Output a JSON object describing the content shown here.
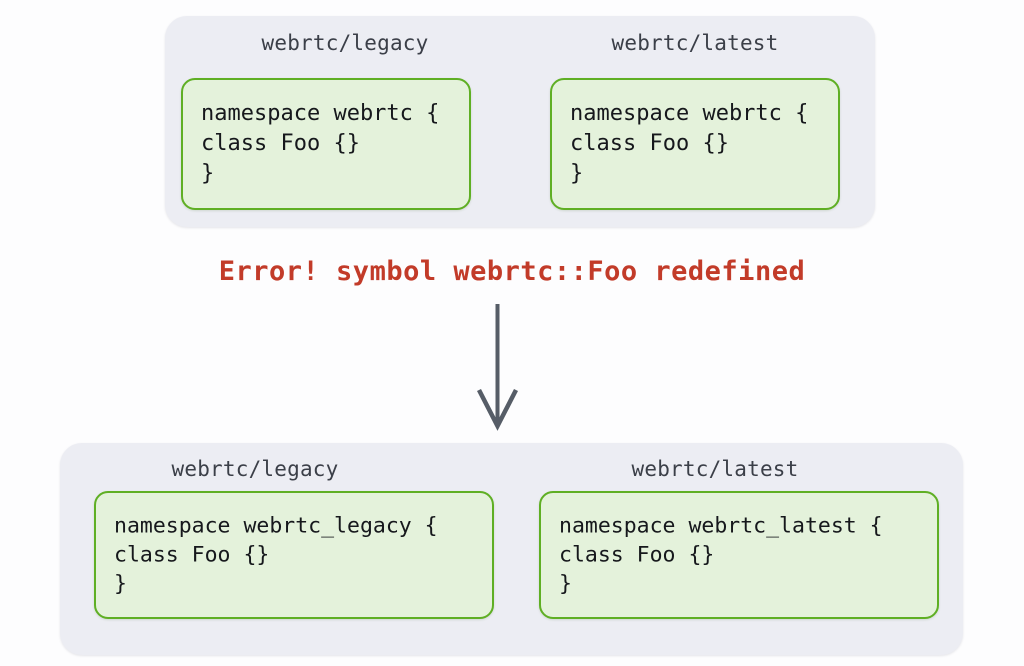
{
  "diagram": {
    "title_text": "",
    "colors": {
      "page_background": "#fdfdfe",
      "group_background": "#ecedf3",
      "code_fill": "#e4f2db",
      "code_border": "#5faf24",
      "label_text": "#3b3f48",
      "code_text": "#16181c",
      "error_text": "#c23b29",
      "arrow": "#565d67"
    },
    "before": {
      "modules": [
        {
          "label": "webrtc/legacy",
          "code": "namespace webrtc {\nclass Foo {}\n}"
        },
        {
          "label": "webrtc/latest",
          "code": "namespace webrtc {\nclass Foo {}\n}"
        }
      ]
    },
    "error": {
      "message": "Error! symbol webrtc::Foo redefined"
    },
    "arrow": {
      "direction": "down",
      "icon": "down-arrow-icon"
    },
    "after": {
      "modules": [
        {
          "label": "webrtc/legacy",
          "code": "namespace webrtc_legacy {\nclass Foo {}\n}"
        },
        {
          "label": "webrtc/latest",
          "code": "namespace webrtc_latest {\nclass Foo {}\n}"
        }
      ]
    }
  }
}
